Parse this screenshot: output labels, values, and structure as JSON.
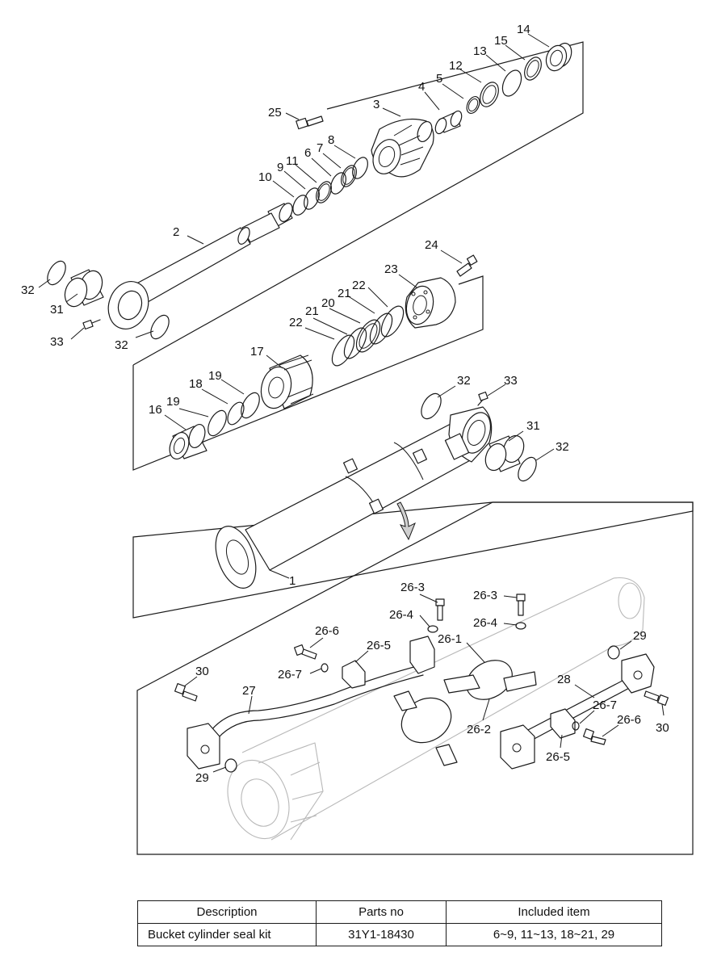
{
  "callouts": {
    "c1": "1",
    "c2": "2",
    "c3": "3",
    "c4": "4",
    "c5": "5",
    "c6": "6",
    "c7": "7",
    "c8": "8",
    "c9": "9",
    "c10": "10",
    "c11": "11",
    "c12": "12",
    "c13": "13",
    "c14": "14",
    "c15": "15",
    "c16": "16",
    "c17": "17",
    "c18": "18",
    "c19": "19",
    "c20": "20",
    "c21": "21",
    "c22": "22",
    "c23": "23",
    "c24": "24",
    "c25": "25",
    "c27": "27",
    "c28": "28",
    "c29": "29",
    "c30": "30",
    "c31": "31",
    "c32": "32",
    "c33": "33",
    "c26_1": "26-1",
    "c26_2": "26-2",
    "c26_3": "26-3",
    "c26_4": "26-4",
    "c26_5": "26-5",
    "c26_6": "26-6",
    "c26_7": "26-7"
  },
  "table": {
    "headers": [
      "Description",
      "Parts no",
      "Included item"
    ],
    "rows": [
      [
        "Bucket cylinder seal kit",
        "31Y1-18430",
        "6~9, 11~13, 18~21, 29"
      ]
    ]
  }
}
